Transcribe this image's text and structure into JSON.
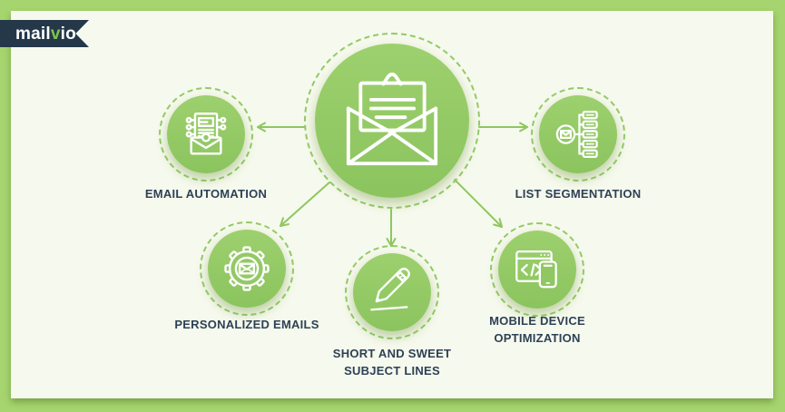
{
  "brand": {
    "logo_part1": "mail",
    "logo_accent": "v",
    "logo_part2": "io"
  },
  "colors": {
    "accent_green": "#8ec75f",
    "frame_green": "#a6d56f",
    "panel_cream": "#f6f9ed",
    "text_navy": "#2d4156",
    "ribbon_navy": "#24384a"
  },
  "diagram": {
    "center_node": {
      "icon": "open-envelope-icon"
    },
    "nodes": [
      {
        "label": "EMAIL AUTOMATION",
        "icon": "email-automation-icon"
      },
      {
        "label": "LIST SEGMENTATION",
        "icon": "list-segmentation-icon"
      },
      {
        "label": "PERSONALIZED EMAILS",
        "icon": "gear-envelope-icon"
      },
      {
        "label": "SHORT AND SWEET SUBJECT LINES",
        "icon": "pencil-icon"
      },
      {
        "label": "MOBILE DEVICE OPTIMIZATION",
        "icon": "responsive-device-icon"
      }
    ]
  }
}
